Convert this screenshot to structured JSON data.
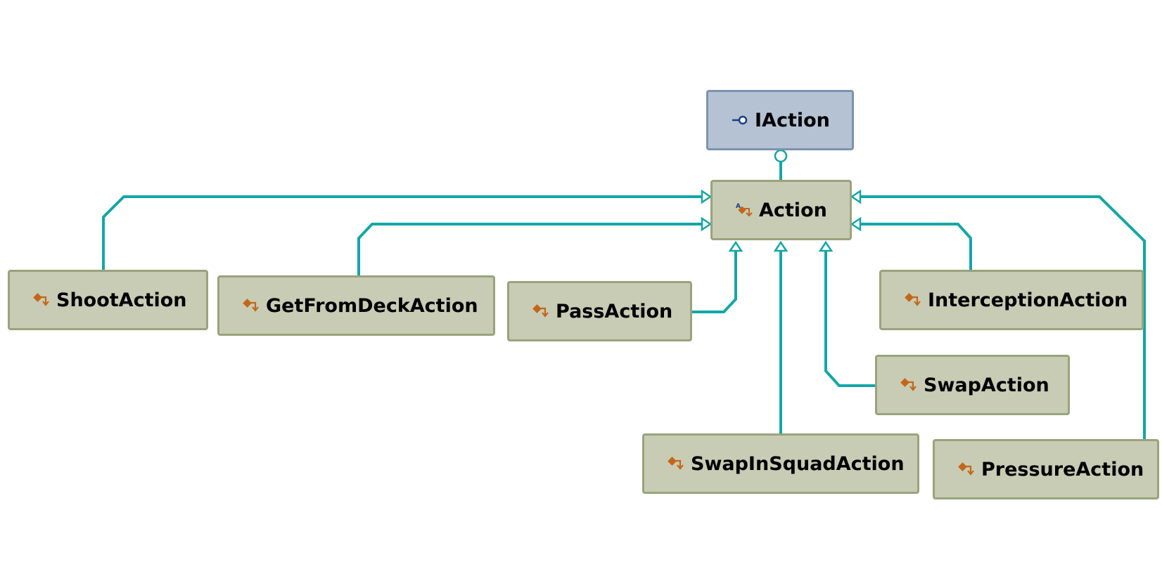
{
  "colors": {
    "connector": "#14a6a8",
    "class_fill": "#c8ccb4",
    "class_border": "#9aa37c",
    "interface_fill": "#b4c2d4",
    "interface_border": "#7b93ad",
    "class_icon": "#c4661a",
    "interface_icon": "#1b3f86"
  },
  "nodes": {
    "iaction": {
      "label": "IAction",
      "kind": "interface",
      "icon": "interface-icon"
    },
    "action": {
      "label": "Action",
      "kind": "abstract-class",
      "icon": "abstract-class-icon"
    },
    "shoot": {
      "label": "ShootAction",
      "kind": "class",
      "icon": "class-icon"
    },
    "getfromdeck": {
      "label": "GetFromDeckAction",
      "kind": "class",
      "icon": "class-icon"
    },
    "pass": {
      "label": "PassAction",
      "kind": "class",
      "icon": "class-icon"
    },
    "interception": {
      "label": "InterceptionAction",
      "kind": "class",
      "icon": "class-icon"
    },
    "swap": {
      "label": "SwapAction",
      "kind": "class",
      "icon": "class-icon"
    },
    "swapinsquad": {
      "label": "SwapInSquadAction",
      "kind": "class",
      "icon": "class-icon"
    },
    "pressure": {
      "label": "PressureAction",
      "kind": "class",
      "icon": "class-icon"
    }
  },
  "relations": [
    {
      "from": "action",
      "to": "iaction",
      "type": "implements"
    },
    {
      "from": "shoot",
      "to": "action",
      "type": "inherits"
    },
    {
      "from": "getfromdeck",
      "to": "action",
      "type": "inherits"
    },
    {
      "from": "pass",
      "to": "action",
      "type": "inherits"
    },
    {
      "from": "swapinsquad",
      "to": "action",
      "type": "inherits"
    },
    {
      "from": "swap",
      "to": "action",
      "type": "inherits"
    },
    {
      "from": "interception",
      "to": "action",
      "type": "inherits"
    },
    {
      "from": "pressure",
      "to": "action",
      "type": "inherits"
    }
  ]
}
